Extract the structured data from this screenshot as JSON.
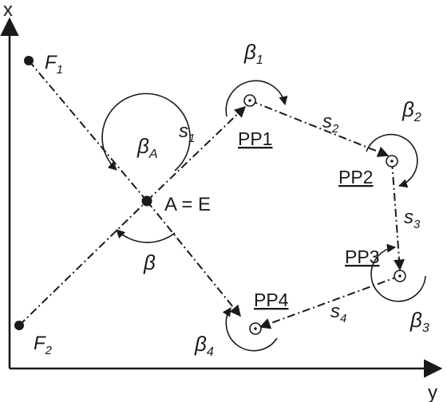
{
  "axes": {
    "vertical": "x",
    "horizontal": "y"
  },
  "points": {
    "f1": {
      "name": "F",
      "sub": "1"
    },
    "f2": {
      "name": "F",
      "sub": "2"
    },
    "a": {
      "label": "A = E"
    }
  },
  "path_points": {
    "pp1": "PP1",
    "pp2": "PP2",
    "pp3": "PP3",
    "pp4": "PP4"
  },
  "angles": {
    "beta_a": {
      "sym": "β",
      "sub": "A"
    },
    "beta": {
      "sym": "β"
    },
    "beta1": {
      "sym": "β",
      "sub": "1"
    },
    "beta2": {
      "sym": "β",
      "sub": "2"
    },
    "beta3": {
      "sym": "β",
      "sub": "3"
    },
    "beta4": {
      "sym": "β",
      "sub": "4"
    }
  },
  "segments": {
    "s1": {
      "sym": "s",
      "sub": "1"
    },
    "s2": {
      "sym": "s",
      "sub": "2"
    },
    "s3": {
      "sym": "s",
      "sub": "3"
    },
    "s4": {
      "sym": "s",
      "sub": "4"
    }
  },
  "colors": {
    "ink": "#1a1a1a",
    "background": "#ffffff"
  }
}
